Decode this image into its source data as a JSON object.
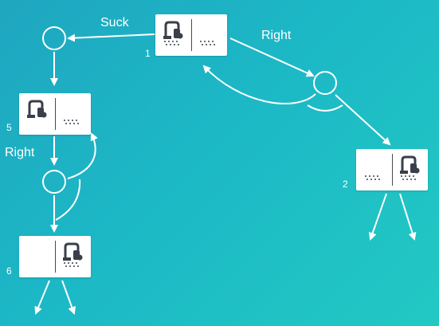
{
  "states": [
    {
      "id": "s1",
      "label": "1",
      "left_room": {
        "vacuum": true,
        "dirt": true
      },
      "right_room": {
        "vacuum": false,
        "dirt": true
      }
    },
    {
      "id": "s2",
      "label": "2",
      "left_room": {
        "vacuum": false,
        "dirt": true
      },
      "right_room": {
        "vacuum": true,
        "dirt": true
      }
    },
    {
      "id": "s5",
      "label": "5",
      "left_room": {
        "vacuum": true,
        "dirt": false
      },
      "right_room": {
        "vacuum": false,
        "dirt": true
      }
    },
    {
      "id": "s6",
      "label": "6",
      "left_room": {
        "vacuum": false,
        "dirt": false
      },
      "right_room": {
        "vacuum": true,
        "dirt": true
      }
    }
  ],
  "actions": {
    "suck": "Suck",
    "right_top": "Right",
    "right_left": "Right"
  },
  "colors": {
    "background_start": "#1fa6c0",
    "background_end": "#22c9c3",
    "edge": "#ffffff",
    "icon": "#3a3f4a"
  }
}
